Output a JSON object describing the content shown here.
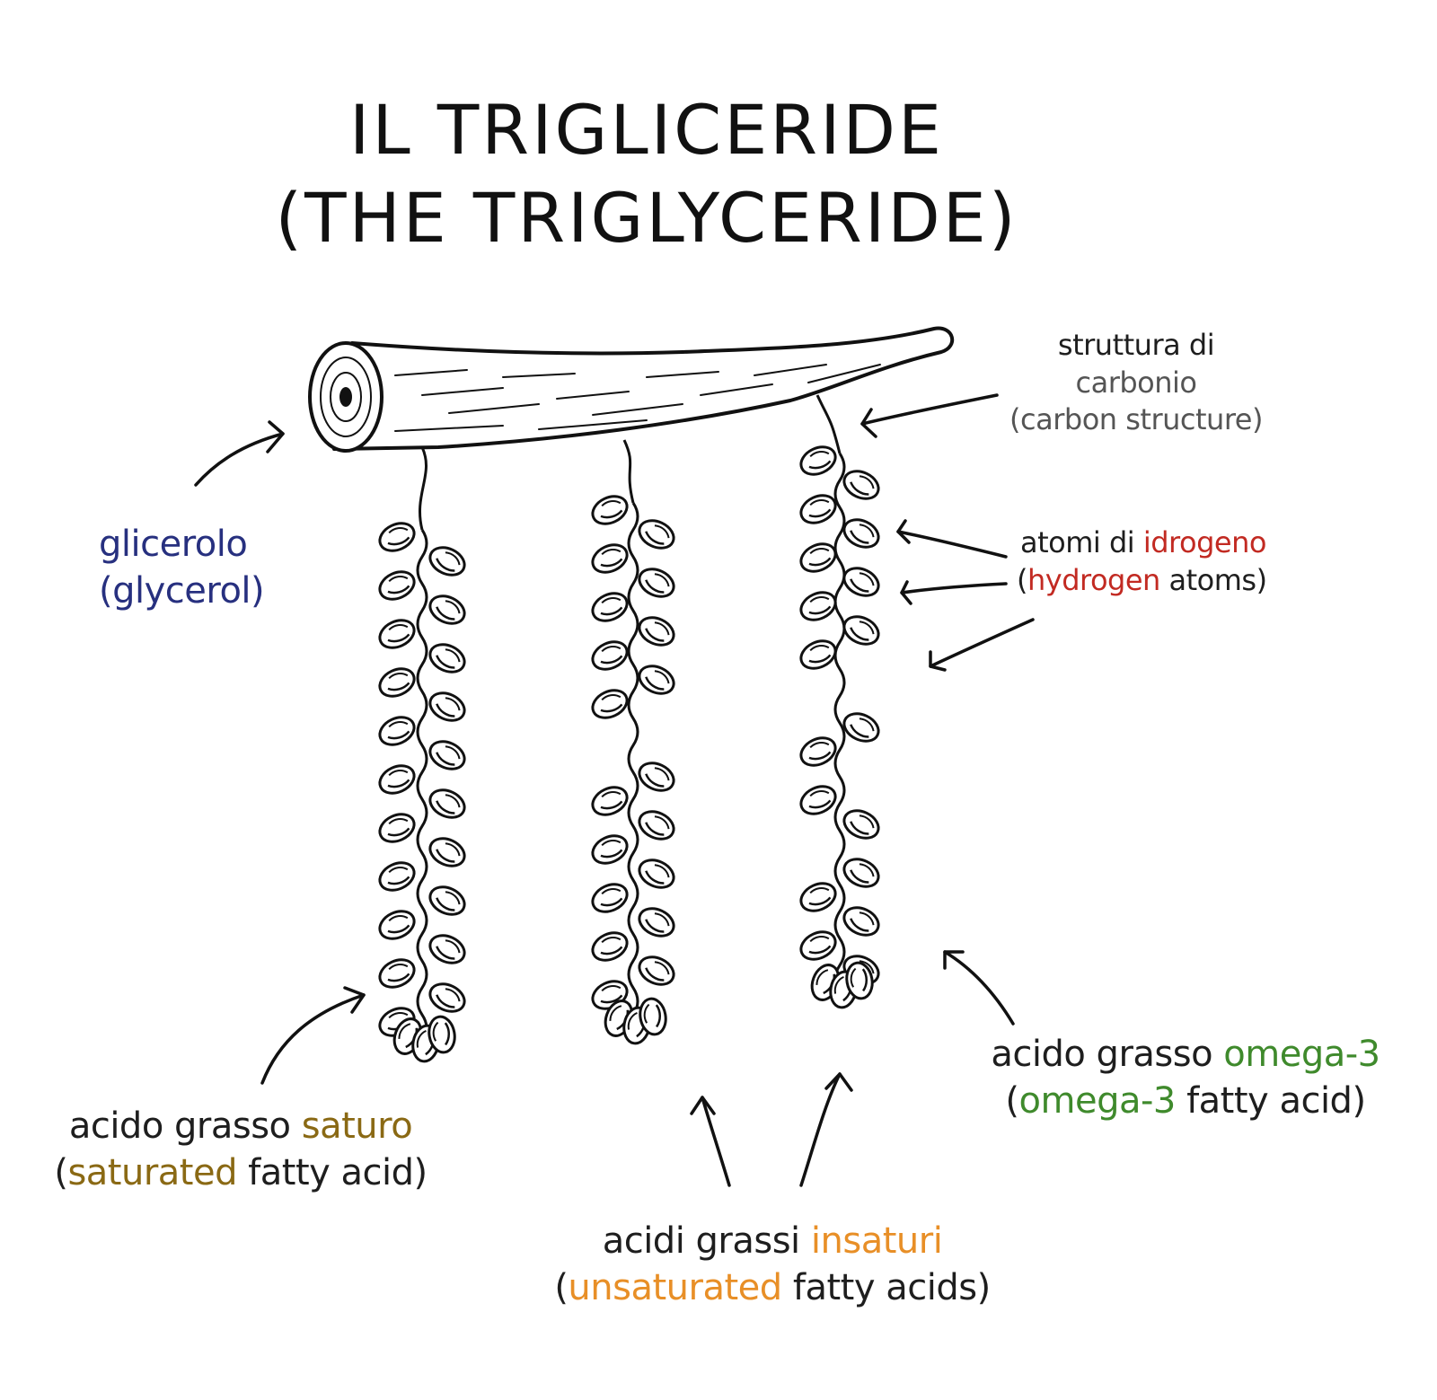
{
  "title": {
    "line1": "IL TRIGLICERIDE",
    "line2": "(THE TRIGLYCERIDE)"
  },
  "labels": {
    "glycerol": {
      "line1": "glicerolo",
      "line2": "(glycerol)"
    },
    "carbon": {
      "line1": "struttura di",
      "line2": "carbonio",
      "line3": "(carbon structure)"
    },
    "hydrogen": {
      "l1a": "atomi di ",
      "l1b": "idrogeno",
      "l2a": "(",
      "l2b": "hydrogen",
      "l2c": " atoms)"
    },
    "saturated": {
      "l1a": "acido grasso ",
      "l1b": "saturo",
      "l2a": "(",
      "l2b": "saturated",
      "l2c": " fatty acid)"
    },
    "unsaturated": {
      "l1a": "acidi grassi ",
      "l1b": "insaturi",
      "l2a": "(",
      "l2b": "unsaturated",
      "l2c": " fatty acids)"
    },
    "omega3": {
      "l1a": "acido grasso ",
      "l1b": "omega-3",
      "l2a": "(",
      "l2b": "omega-3",
      "l2c": " fatty acid)"
    }
  },
  "colors": {
    "glycerol": "#27307f",
    "carbon": "#555555",
    "hydrogen": "#c22a22",
    "saturated": "#8a6914",
    "unsaturated": "#e88f27",
    "omega3": "#3f8a2c"
  }
}
